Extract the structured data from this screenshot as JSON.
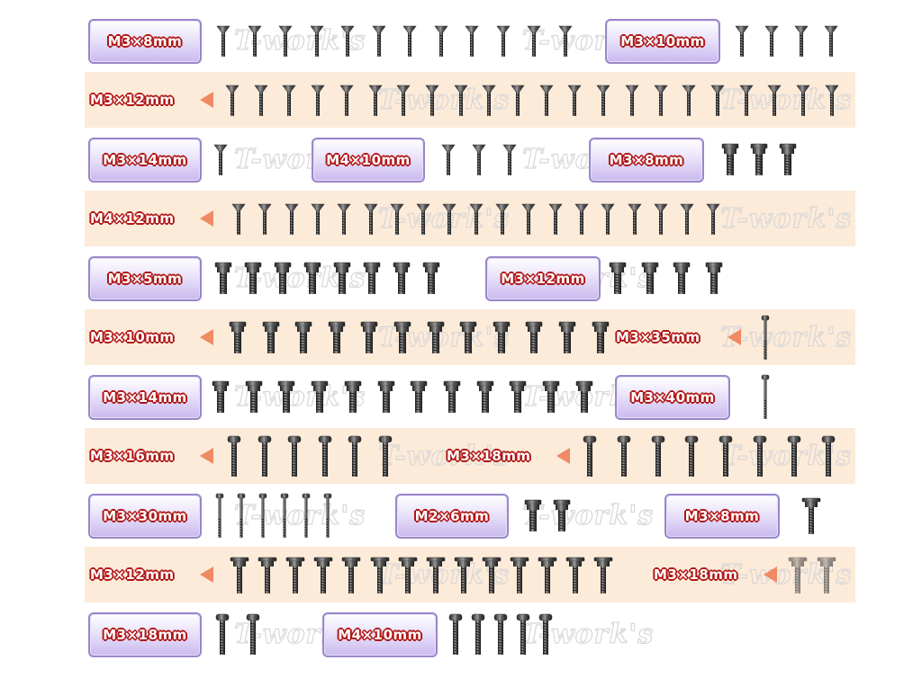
{
  "watermark": "T-work's",
  "colors": {
    "band": "#fdebd9",
    "label_panel": "#d3c7f3",
    "label_text_outline": "#b01616",
    "arrow": "#ef8a64",
    "screw": "#3a3a3a"
  },
  "rows": [
    {
      "band": false,
      "groups": [
        {
          "label": "M3×8mm",
          "count": 12,
          "type": "countersunk"
        },
        {
          "label": "M3×10mm",
          "count": 4,
          "type": "countersunk"
        }
      ]
    },
    {
      "band": true,
      "groups": [
        {
          "label": "M3×12mm",
          "count": 22,
          "type": "countersunk"
        }
      ]
    },
    {
      "band": false,
      "groups": [
        {
          "label": "M3×14mm",
          "count": 1,
          "type": "countersunk"
        },
        {
          "label": "M4×10mm",
          "count": 3,
          "type": "countersunk"
        },
        {
          "label": "M3×8mm",
          "count": 3,
          "type": "flanged"
        }
      ]
    },
    {
      "band": true,
      "groups": [
        {
          "label": "M4×12mm",
          "count": 19,
          "type": "countersunk"
        }
      ]
    },
    {
      "band": false,
      "groups": [
        {
          "label": "M3×5mm",
          "count": 8,
          "type": "flanged"
        },
        {
          "label": "M3×12mm",
          "count": 4,
          "type": "flanged"
        }
      ]
    },
    {
      "band": true,
      "groups": [
        {
          "label": "M3×10mm",
          "count": 12,
          "type": "flanged"
        },
        {
          "label": "M3×35mm",
          "count": 1,
          "type": "long-button"
        }
      ]
    },
    {
      "band": false,
      "groups": [
        {
          "label": "M3×14mm",
          "count": 12,
          "type": "flanged"
        },
        {
          "label": "M3×40mm",
          "count": 1,
          "type": "long-button"
        }
      ]
    },
    {
      "band": true,
      "groups": [
        {
          "label": "M3×16mm",
          "count": 6,
          "type": "button"
        },
        {
          "label": "M3×18mm",
          "count": 8,
          "type": "button"
        }
      ]
    },
    {
      "band": false,
      "groups": [
        {
          "label": "M3×30mm",
          "count": 6,
          "type": "long-button"
        },
        {
          "label": "M2×6mm",
          "count": 2,
          "type": "flanged"
        },
        {
          "label": "M3×8mm",
          "count": 1,
          "type": "hex-flange"
        }
      ]
    },
    {
      "band": true,
      "groups": [
        {
          "label": "M3×12mm",
          "count": 14,
          "type": "hex-flange"
        },
        {
          "label": "M3×18mm",
          "count": 2,
          "type": "hex-flange-light"
        }
      ]
    },
    {
      "band": false,
      "groups": [
        {
          "label": "M3×18mm",
          "count": 2,
          "type": "button"
        },
        {
          "label": "M4×10mm",
          "count": 5,
          "type": "button"
        }
      ]
    }
  ]
}
